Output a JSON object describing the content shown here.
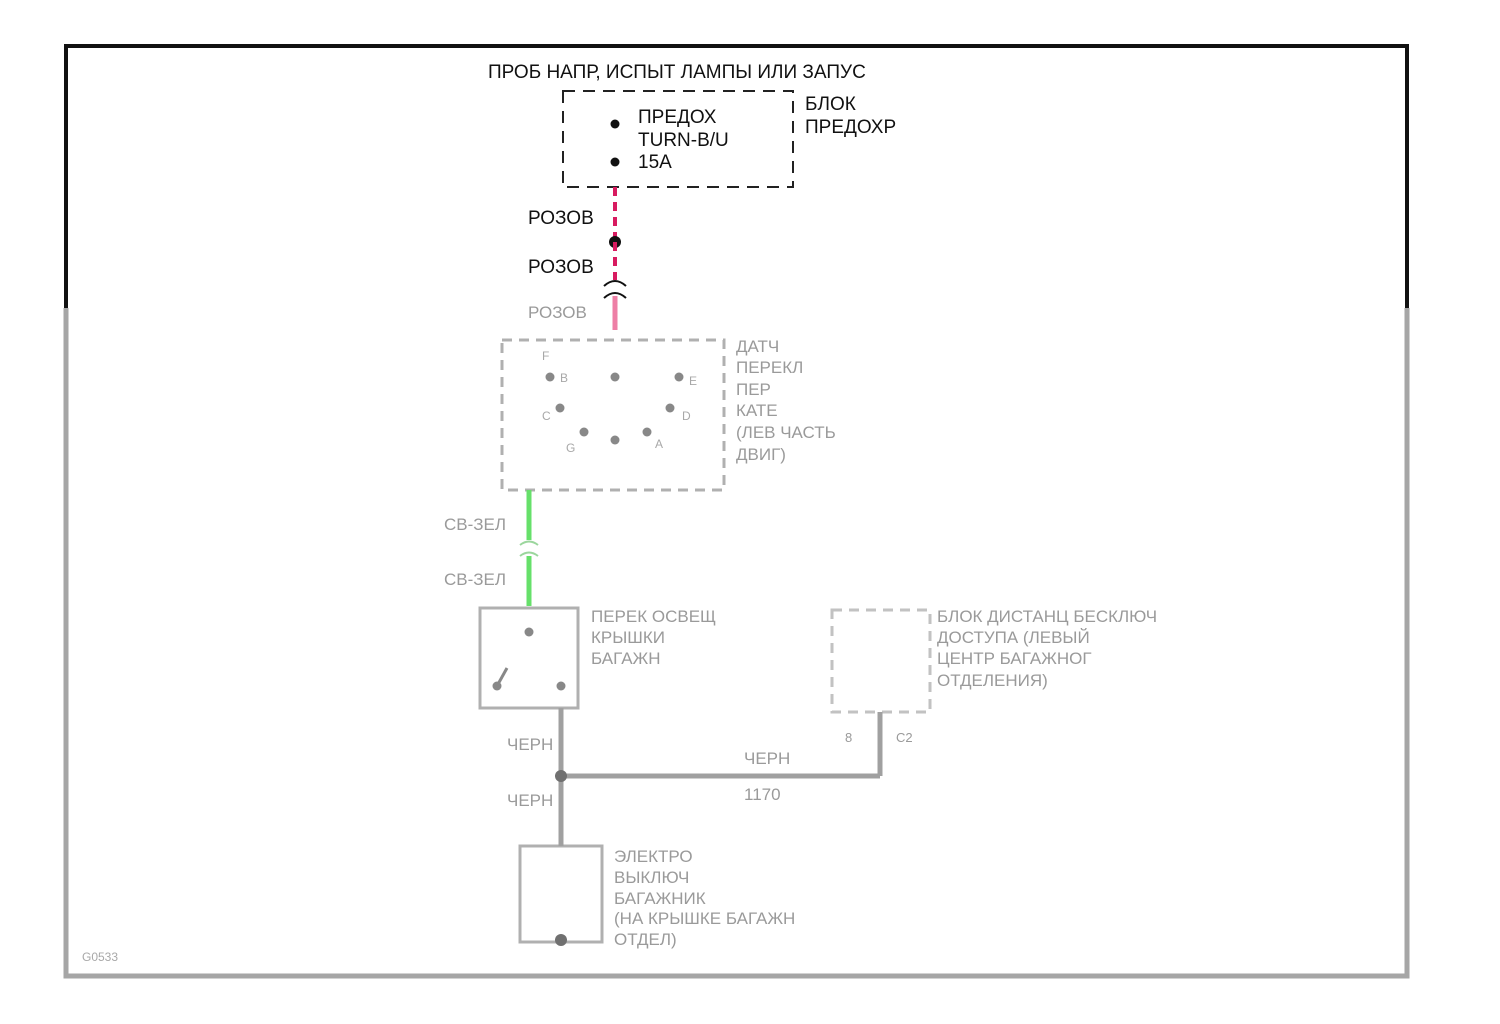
{
  "header": {
    "power_label": "ПРОБ НАПР, ИСПЫТ ЛАМПЫ ИЛИ ЗАПУС"
  },
  "fuse_block": {
    "title_line1": "БЛОК",
    "title_line2": "ПРЕДОХР",
    "fuse_line1": "ПРЕДОХ",
    "fuse_line2": "TURN-B/U",
    "fuse_line3": "15A"
  },
  "wires": {
    "pink_1": "РОЗОВ",
    "pink_2": "РОЗОВ",
    "pink_3": "РОЗОВ",
    "green_1": "СВ-ЗЕЛ",
    "green_2": "СВ-ЗЕЛ",
    "black_1": "ЧЕРН",
    "black_2": "ЧЕРН",
    "black_3": "ЧЕРН"
  },
  "range_sensor": {
    "line1": "ДАТЧ",
    "line2": "ПЕРЕКЛ",
    "line3": "ПЕР",
    "line4": "КАТЕ",
    "line5": "(ЛЕВ ЧАСТЬ",
    "line6": "ДВИГ)",
    "pins": [
      "F",
      "B",
      "E",
      "C",
      "D",
      "G",
      "A"
    ]
  },
  "trunk_switch": {
    "line1": "ПЕРЕК ОСВЕЩ",
    "line2": "КРЫШКИ",
    "line3": "БАГАЖН"
  },
  "remote_module": {
    "line1": "БЛОК ДИСТАНЦ БЕСКЛЮЧ",
    "line2": "ДОСТУПА (ЛЕВЫЙ",
    "line3": "ЦЕНТР БАГАЖНОГ",
    "line4": "ОТДЕЛЕНИЯ)",
    "pin": "8",
    "connector": "C2",
    "wire_code": "1170"
  },
  "release_solenoid": {
    "line1": "ЭЛЕКТРО",
    "line2": "ВЫКЛЮЧ",
    "line3": "БАГАЖНИК",
    "line4": "(НА КРЫШКЕ БАГАЖН",
    "line5": "ОТДЕЛ)"
  },
  "footer": {
    "figure_id": "G0533"
  },
  "colors": {
    "pink_wire": "#d81b60",
    "green_wire": "#66e06a",
    "frame": "#111111",
    "ghost": "#a0a0a0"
  }
}
